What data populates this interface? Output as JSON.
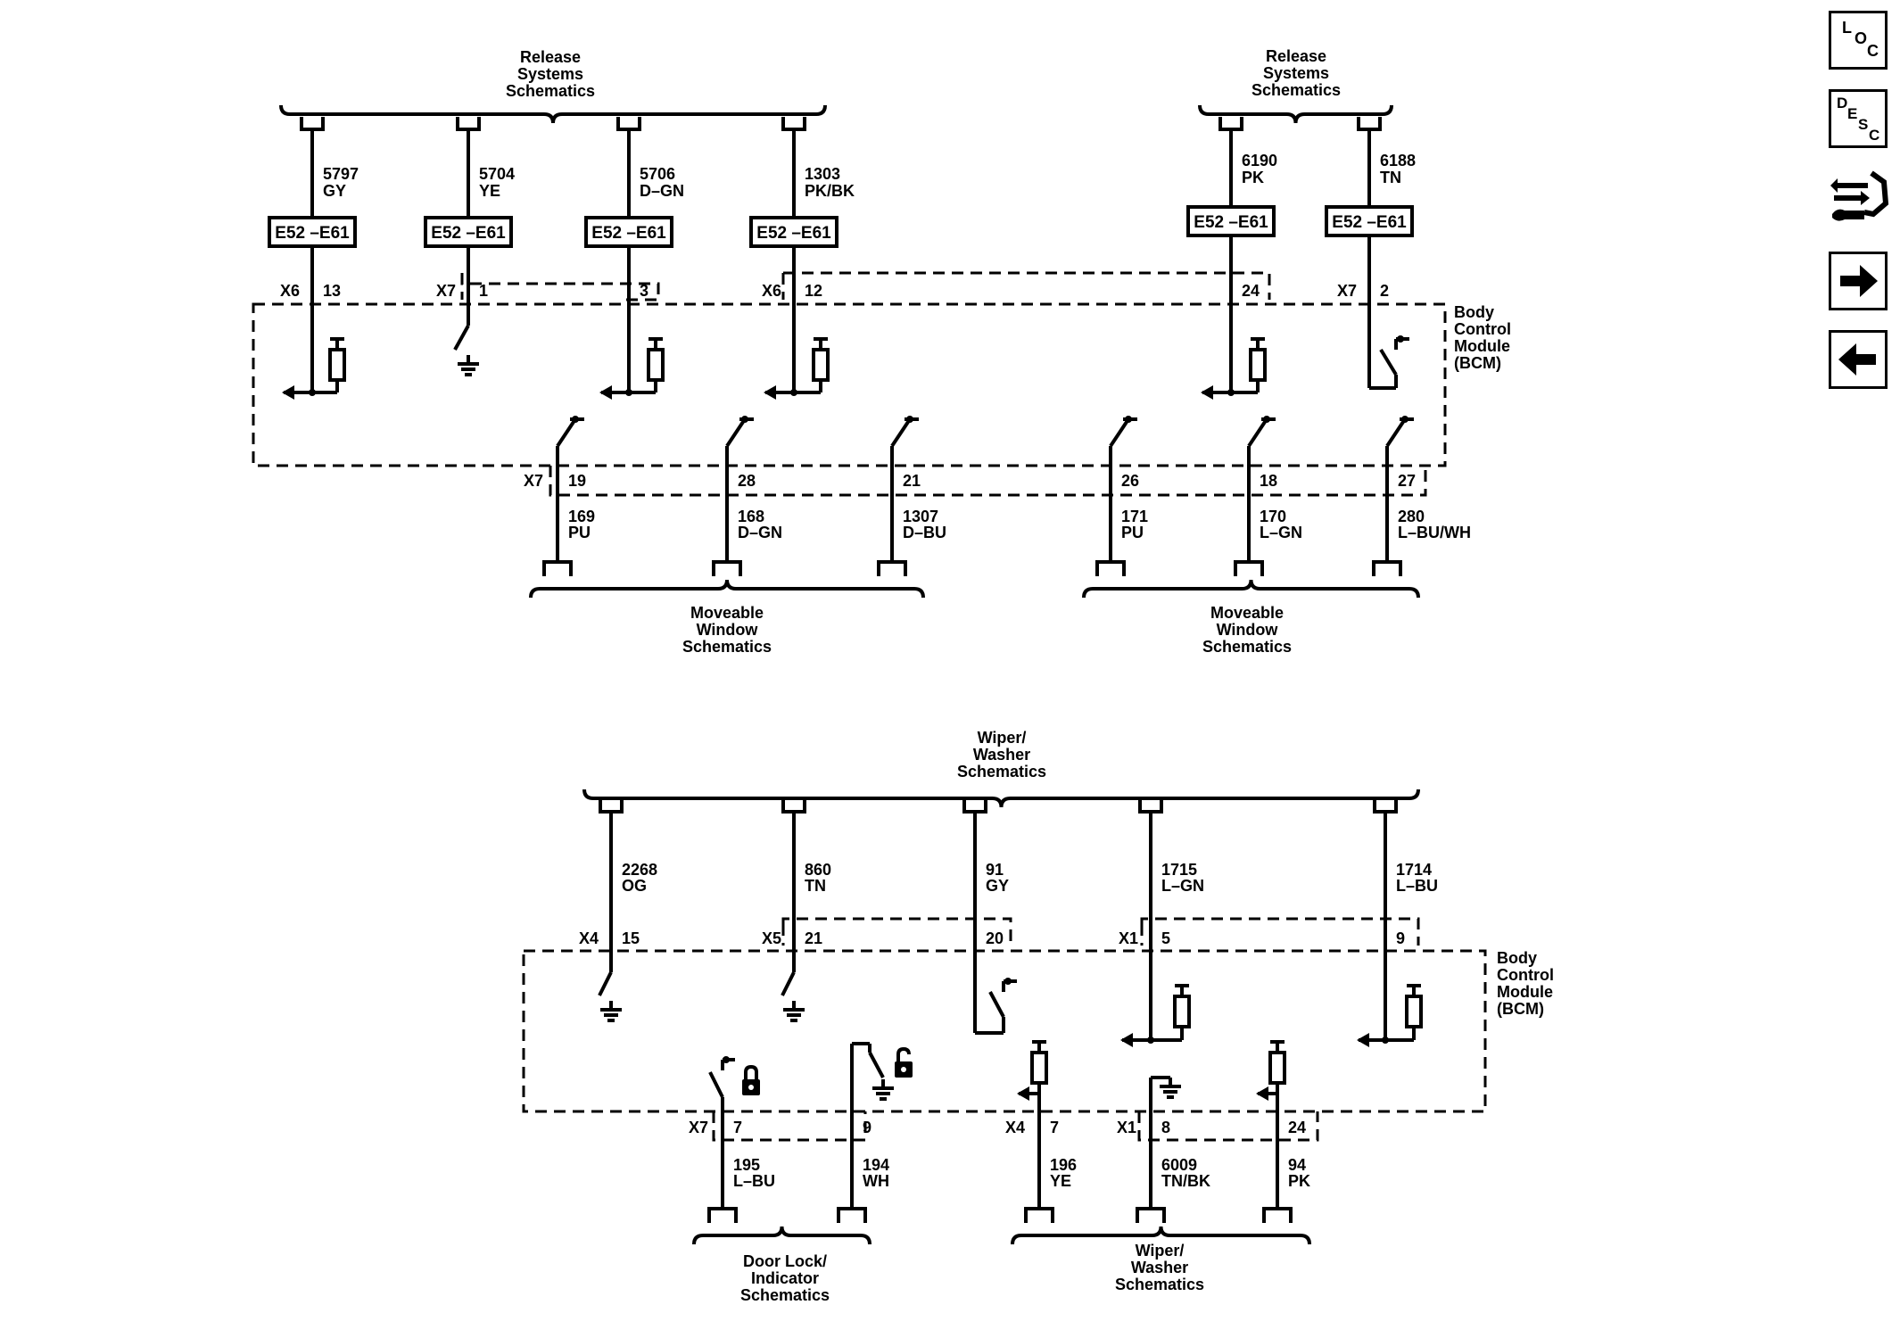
{
  "top": {
    "header_left": [
      "Release",
      "Systems",
      "Schematics"
    ],
    "header_right": [
      "Release",
      "Systems",
      "Schematics"
    ],
    "bcm_label": [
      "Body",
      "Control",
      "Module",
      "(BCM)"
    ],
    "footer_left": [
      "Moveable",
      "Window",
      "Schematics"
    ],
    "footer_right": [
      "Moveable",
      "Window",
      "Schematics"
    ],
    "wires_upper": [
      {
        "circuit": "5797",
        "color": "GY",
        "box": "E52 –E61",
        "connector": "X6",
        "pin": "13"
      },
      {
        "circuit": "5704",
        "color": "YE",
        "box": "E52 –E61",
        "connector": "X7",
        "pin": "1"
      },
      {
        "circuit": "5706",
        "color": "D–GN",
        "box": "E52 –E61",
        "connector": "",
        "pin": "3"
      },
      {
        "circuit": "1303",
        "color": "PK/BK",
        "box": "E52 –E61",
        "connector": "X6",
        "pin": "12"
      },
      {
        "circuit": "6190",
        "color": "PK",
        "box": "E52 –E61",
        "connector": "",
        "pin": "24"
      },
      {
        "circuit": "6188",
        "color": "TN",
        "box": "E52 –E61",
        "connector": "X7",
        "pin": "2"
      }
    ],
    "wires_lower": [
      {
        "connector": "X7",
        "pin": "19",
        "circuit": "169",
        "color": "PU"
      },
      {
        "connector": "",
        "pin": "28",
        "circuit": "168",
        "color": "D–GN"
      },
      {
        "connector": "",
        "pin": "21",
        "circuit": "1307",
        "color": "D–BU"
      },
      {
        "connector": "",
        "pin": "26",
        "circuit": "171",
        "color": "PU"
      },
      {
        "connector": "",
        "pin": "18",
        "circuit": "170",
        "color": "L–GN"
      },
      {
        "connector": "",
        "pin": "27",
        "circuit": "280",
        "color": "L–BU/WH"
      }
    ]
  },
  "bottom": {
    "header": [
      "Wiper/",
      "Washer",
      "Schematics"
    ],
    "bcm_label": [
      "Body",
      "Control",
      "Module",
      "(BCM)"
    ],
    "footer_left": [
      "Door Lock/",
      "Indicator",
      "Schematics"
    ],
    "footer_right": [
      "Wiper/",
      "Washer",
      "Schematics"
    ],
    "wires_upper": [
      {
        "circuit": "2268",
        "color": "OG",
        "connector": "X4",
        "pin": "15"
      },
      {
        "circuit": "860",
        "color": "TN",
        "connector": "X5",
        "pin": "21"
      },
      {
        "circuit": "91",
        "color": "GY",
        "connector": "",
        "pin": "20"
      },
      {
        "circuit": "1715",
        "color": "L–GN",
        "connector": "X1",
        "pin": "5"
      },
      {
        "circuit": "1714",
        "color": "L–BU",
        "connector": "",
        "pin": "9"
      }
    ],
    "wires_lower": [
      {
        "connector": "X7",
        "pin": "7",
        "circuit": "195",
        "color": "L–BU"
      },
      {
        "connector": "",
        "pin": "9",
        "circuit": "194",
        "color": "WH"
      },
      {
        "connector": "X4",
        "pin": "7",
        "circuit": "196",
        "color": "YE"
      },
      {
        "connector": "X1",
        "pin": "8",
        "circuit": "6009",
        "color": "TN/BK"
      },
      {
        "connector": "",
        "pin": "24",
        "circuit": "94",
        "color": "PK"
      }
    ]
  },
  "nav": {
    "loc": [
      "L",
      "O",
      "C"
    ],
    "desc": [
      "D",
      "E",
      "S",
      "C"
    ],
    "icons": [
      "loc-icon",
      "desc-icon",
      "connector-wrench-icon",
      "arrow-right-icon",
      "arrow-left-icon"
    ]
  }
}
